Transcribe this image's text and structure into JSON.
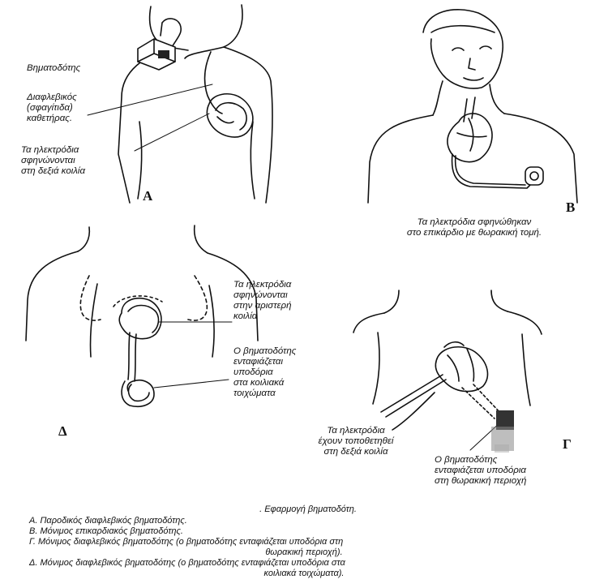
{
  "panelA": {
    "label_pacemaker": "Βηματοδότης",
    "label_catheter": [
      "Διαφλεβικός",
      "(σφαγίτιδα)",
      "καθετήρας."
    ],
    "label_electrodes": [
      "Τα ηλεκτρόδια",
      "σφηνώνονται",
      "στη δεξιά κοιλία"
    ],
    "letter": "Α"
  },
  "panelB": {
    "caption": [
      "Τα ηλεκτρόδια σφηνώθηκαν",
      "στο επικάρδιο με θωρακική τομή."
    ],
    "letter": "Β"
  },
  "panelD": {
    "label_electrodes": [
      "Τα ηλεκτρόδια",
      "σφηνώνονται",
      "στην αριστερή",
      "κοιλία"
    ],
    "label_pacemaker": [
      "Ο βηματοδότης",
      "ενταφιάζεται",
      "υποδόρια",
      "στα κοιλιακά",
      "τοιχώματα"
    ],
    "letter": "Δ"
  },
  "panelG": {
    "label_electrodes": [
      "Τα ηλεκτρόδια",
      "έχουν τοποθετηθεί",
      "στη δεξιά κοιλία"
    ],
    "label_pacemaker": [
      "Ο βηματοδότης",
      "ενταφιάζεται υποδόρια",
      "στη θωρακική περιοχή"
    ],
    "letter": "Γ"
  },
  "caption": {
    "title": ". Εφαρμογή βηματοδότη.",
    "lines": [
      "Α. Παροδικός διαφλεβικός βηματοδότης.",
      "Β. Μόνιμος επικαρδιακός βηματοδότης.",
      "Γ. Μόνιμος διαφλεβικός βηματοδότης (ο βηματοδότης ενταφιάζεται υποδόρια στη",
      "θωρακική περιοχή).",
      "Δ. Μόνιμος διαφλεβικός βηματοδότης (ο βηματοδότης ενταφιάζεται υποδόρια στα",
      "κοιλιακά τοιχώματα)."
    ]
  }
}
